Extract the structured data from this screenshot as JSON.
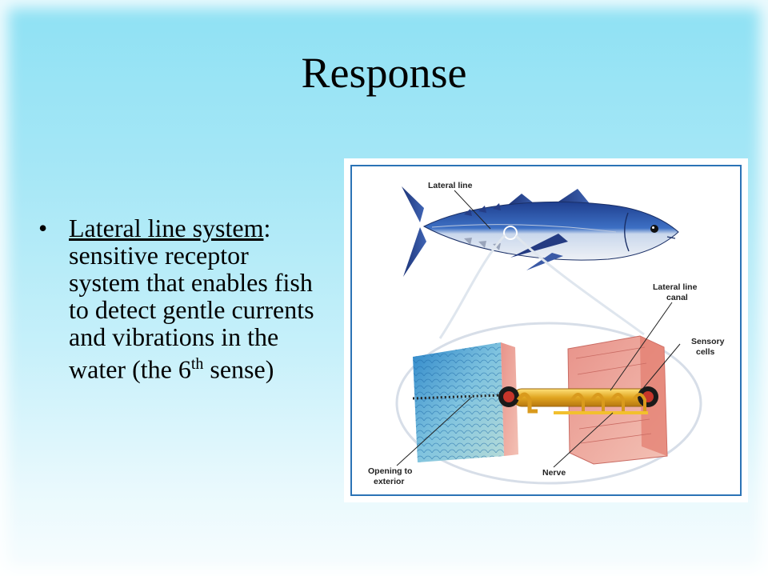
{
  "slide": {
    "title": "Response",
    "bullet": {
      "term": "Lateral line system",
      "separator": ":",
      "text_before_sup": " sensitive receptor system that enables fish to detect gentle currents and vibrations in the water (the 6",
      "sup": "th",
      "text_after_sup": " sense)"
    }
  },
  "figure": {
    "labels": {
      "lateral_line": "Lateral line",
      "lateral_line_canal_1": "Lateral line",
      "lateral_line_canal_2": "canal",
      "sensory_cells_1": "Sensory",
      "sensory_cells_2": "cells",
      "opening_1": "Opening to",
      "opening_2": "exterior",
      "nerve": "Nerve"
    }
  },
  "colors": {
    "background_top": "#8ee1f4",
    "figure_border": "#2b73b6"
  }
}
